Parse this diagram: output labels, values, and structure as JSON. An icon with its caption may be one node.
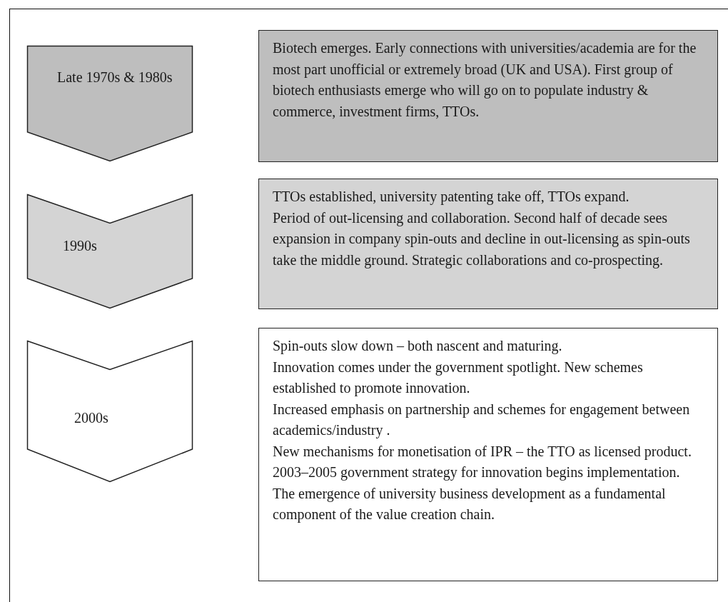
{
  "diagram": {
    "nodes": [
      {
        "text": [
          "Late 1970s & 1980s"
        ]
      },
      {
        "text": [
          "Biotech emerges. Early connections with universities/academia are for the most part unofficial or extremely broad (UK and USA). First group of biotech enthusiasts emerge who will  go on to populate industry & commerce, investment firms, TTOs."
        ]
      },
      {
        "text": [
          "1990s"
        ]
      },
      {
        "text": [
          "TTOs established, university patenting take off, TTOs expand.",
          "Period of out-licensing and collaboration. Second half of decade sees expansion in company spin-outs and decline in out-licensing as spin-outs take the middle ground. Strategic collaborations and co-prospecting."
        ]
      },
      {
        "text": [
          "2000s"
        ]
      },
      {
        "text": [
          "Spin-outs slow down – both nascent and maturing.",
          "Innovation comes under the government spotlight. New schemes established to promote innovation.",
          "Increased emphasis on partnership and schemes for engagement between academics/industry .",
          "New mechanisms for monetisation of IPR – the TTO as licensed product.",
          "2003–2005 government strategy for innovation begins implementation.",
          "The emergence of university business development as a fundamental component of the value creation chain."
        ]
      }
    ]
  }
}
